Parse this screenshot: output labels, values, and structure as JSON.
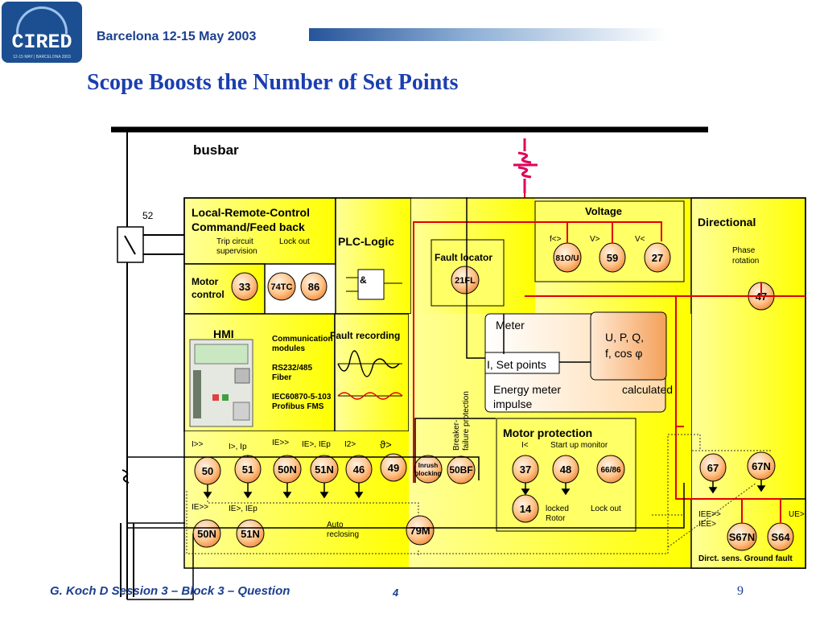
{
  "header": {
    "logo_text": "CIRED",
    "logo_subtext": "12-15 MAY | BARCELONA 2003",
    "conference": "Barcelona  12-15 May 2003",
    "title": "Scope Boosts the Number of Set Points"
  },
  "footer": {
    "author_session": "G. Koch  D  Session 3   – Block 3 – Question",
    "question_number": "4",
    "page_number": "9"
  },
  "diagram": {
    "busbar_label": "busbar",
    "breaker_label": "52",
    "local_remote": {
      "title_line1": "Local-Remote-Control",
      "title_line2": "Command/Feed back",
      "trip_line1": "Trip circuit",
      "trip_line2": "supervision",
      "lockout": "Lock out"
    },
    "motor_control": {
      "line1": "Motor",
      "line2": "control",
      "codes": [
        "33",
        "74TC",
        "86"
      ]
    },
    "plc": {
      "title": "PLC-Logic",
      "gate": "&"
    },
    "fault_locator": {
      "title": "Fault locator",
      "code": "21FL"
    },
    "voltage": {
      "title": "Voltage",
      "labels": [
        "f<>",
        "V>",
        "V<"
      ],
      "codes": [
        "81O/U",
        "59",
        "27"
      ]
    },
    "directional": {
      "title": "Directional",
      "phase_line1": "Phase",
      "phase_line2": "rotation",
      "code": "47"
    },
    "hmi": {
      "title": "HMI"
    },
    "communication": {
      "line1": "Communication",
      "line2": "modules",
      "rs": "RS232/485",
      "fiber": "Fiber",
      "iec": "IEC60870-5-103",
      "profibus": "Profibus FMS"
    },
    "fault_recording": {
      "title": "Fault recording"
    },
    "meter": {
      "title": "Meter",
      "quantities_line1": "U, P, Q,",
      "quantities_line2": "f, cos φ",
      "set_points": "I, Set points",
      "energy_line1": "Energy meter",
      "energy_line2": "impulse",
      "calculated": "calculated"
    },
    "breaker_failure": {
      "line1": "Breaker-",
      "line2": "failure protection"
    },
    "overcurrent": {
      "labels": [
        "I>>",
        "I>, Ip",
        "IE>>",
        "IE>, IEp",
        "I2>",
        "ϑ>"
      ],
      "codes": [
        "50",
        "51",
        "50N",
        "51N",
        "46",
        "49"
      ]
    },
    "inrush": {
      "line1": "Inrush",
      "line2": "blocking",
      "code": "50BF"
    },
    "motor_protection": {
      "title": "Motor protection",
      "labels": [
        "I<",
        "Start up monitor"
      ],
      "codes": [
        "37",
        "48",
        "66/86"
      ],
      "code_14": "14",
      "locked_line1": "locked",
      "locked_line2": "Rotor",
      "lockout": "Lock out"
    },
    "earth": {
      "labels": [
        "IE>>",
        "IE>, IEp"
      ],
      "codes": [
        "50N",
        "51N"
      ],
      "auto_line1": "Auto",
      "auto_line2": "reclosing",
      "code_79": "79M"
    },
    "directional_lower": {
      "codes": [
        "67",
        "67N"
      ]
    },
    "ground_fault": {
      "label1": "IEE>>",
      "label2": "IEE>",
      "ue": "UE>",
      "codes": [
        "S67N",
        "S64"
      ],
      "title": "Dirct. sens. Ground fault"
    }
  }
}
